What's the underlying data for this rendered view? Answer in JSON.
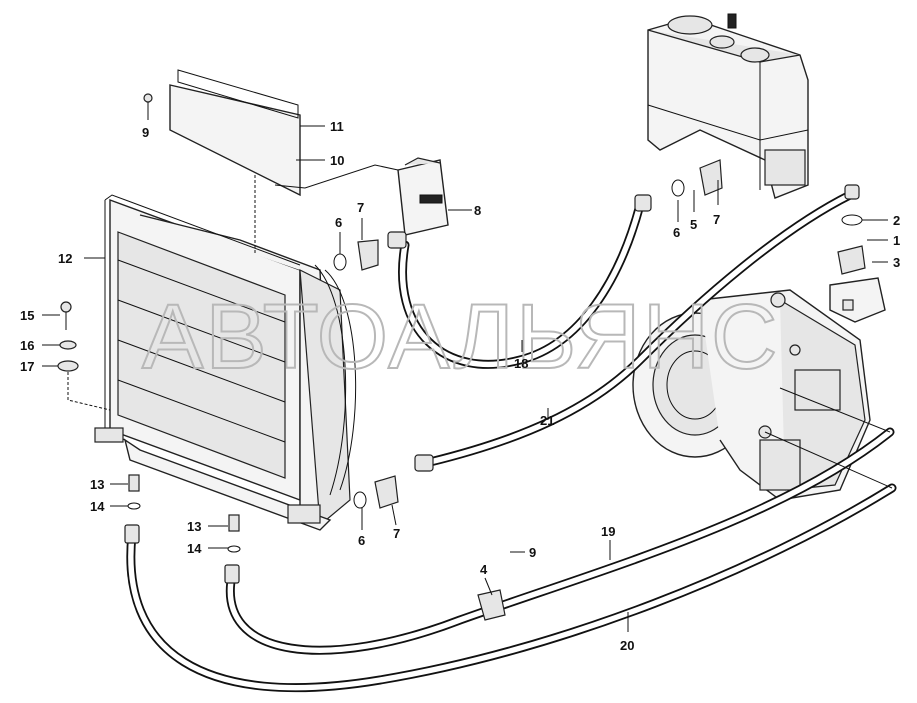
{
  "watermark": "АВТОАЛЬЯНС",
  "callouts": [
    {
      "id": "c1",
      "text": "1"
    },
    {
      "id": "c2",
      "text": "2"
    },
    {
      "id": "c3",
      "text": "3"
    },
    {
      "id": "c4",
      "text": "4"
    },
    {
      "id": "c5",
      "text": "5"
    },
    {
      "id": "c6a",
      "text": "6"
    },
    {
      "id": "c6b",
      "text": "6"
    },
    {
      "id": "c6c",
      "text": "6"
    },
    {
      "id": "c7a",
      "text": "7"
    },
    {
      "id": "c7b",
      "text": "7"
    },
    {
      "id": "c7c",
      "text": "7"
    },
    {
      "id": "c8",
      "text": "8"
    },
    {
      "id": "c9a",
      "text": "9"
    },
    {
      "id": "c9b",
      "text": "9"
    },
    {
      "id": "c10",
      "text": "10"
    },
    {
      "id": "c11",
      "text": "11"
    },
    {
      "id": "c12",
      "text": "12"
    },
    {
      "id": "c13a",
      "text": "13"
    },
    {
      "id": "c13b",
      "text": "13"
    },
    {
      "id": "c14a",
      "text": "14"
    },
    {
      "id": "c14b",
      "text": "14"
    },
    {
      "id": "c15",
      "text": "15"
    },
    {
      "id": "c16",
      "text": "16"
    },
    {
      "id": "c17",
      "text": "17"
    },
    {
      "id": "c18",
      "text": "18"
    },
    {
      "id": "c19",
      "text": "19"
    },
    {
      "id": "c20",
      "text": "20"
    },
    {
      "id": "c21",
      "text": "21"
    }
  ]
}
